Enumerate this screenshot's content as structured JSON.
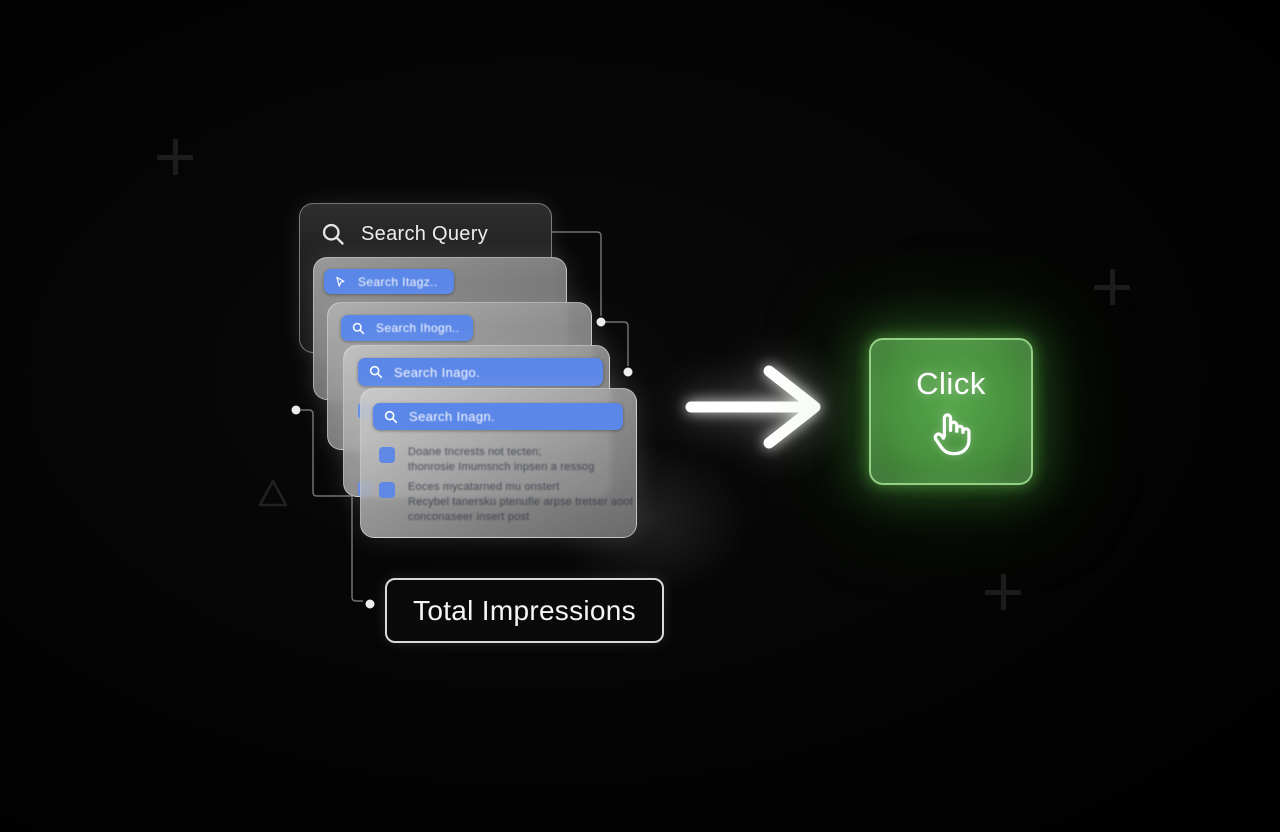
{
  "decor": {
    "plus_color": "#1c1c1c",
    "triangle_color": "#212121",
    "connector_color": "#707070",
    "dot_color": "#ececec"
  },
  "stack": {
    "accent_blue": "#5b87e8",
    "top_card": {
      "icon": "magnifier-icon",
      "label": "Search Query"
    },
    "layer_bars": [
      {
        "icon": "cursor-icon",
        "text": "Search Itagz.."
      },
      {
        "icon": "magnifier-icon",
        "text": "Search Ihogn.."
      },
      {
        "icon": "magnifier-icon",
        "text": "Search Inago."
      },
      {
        "icon": "magnifier-icon",
        "text": "Search Inagn."
      }
    ],
    "result_items": [
      {
        "lines": [
          "Doane tncrests not tecten;",
          "thonrosie Imumsnch inpsen a ressog"
        ]
      },
      {
        "lines": [
          "Eoces mycatarned mu onstert",
          "Recybel tanersku ptenufle arpse tretser aoot",
          "conconaseer insert post"
        ]
      }
    ]
  },
  "total_impressions": {
    "label": "Total Impressions"
  },
  "arrow": {
    "icon": "arrow-right-icon",
    "color": "#ffffff"
  },
  "click_button": {
    "label": "Click",
    "icon": "hand-pointer-icon",
    "fill": "#478f3d",
    "border": "#94d083",
    "glow": "#55c341"
  }
}
